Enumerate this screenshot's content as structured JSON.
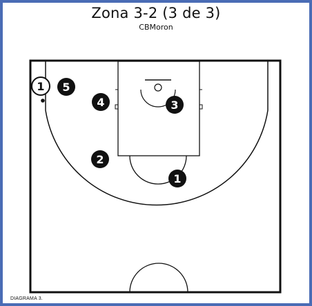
{
  "diagram": {
    "title": "Zona 3-2 (3 de 3)",
    "subtitle": "CBMoron",
    "caption": "DIAGRAMA 3."
  },
  "players": [
    {
      "id": "player-1-ball",
      "label": "1",
      "style": "outline",
      "has_ball": true
    },
    {
      "id": "player-5",
      "label": "5",
      "style": "filled"
    },
    {
      "id": "player-4",
      "label": "4",
      "style": "filled"
    },
    {
      "id": "player-3",
      "label": "3",
      "style": "filled"
    },
    {
      "id": "player-2",
      "label": "2",
      "style": "filled"
    },
    {
      "id": "player-1",
      "label": "1",
      "style": "filled"
    }
  ],
  "colors": {
    "frame": "#4a6cb5",
    "lines": "#111111",
    "player_fill": "#111111",
    "player_text": "#ffffff"
  }
}
